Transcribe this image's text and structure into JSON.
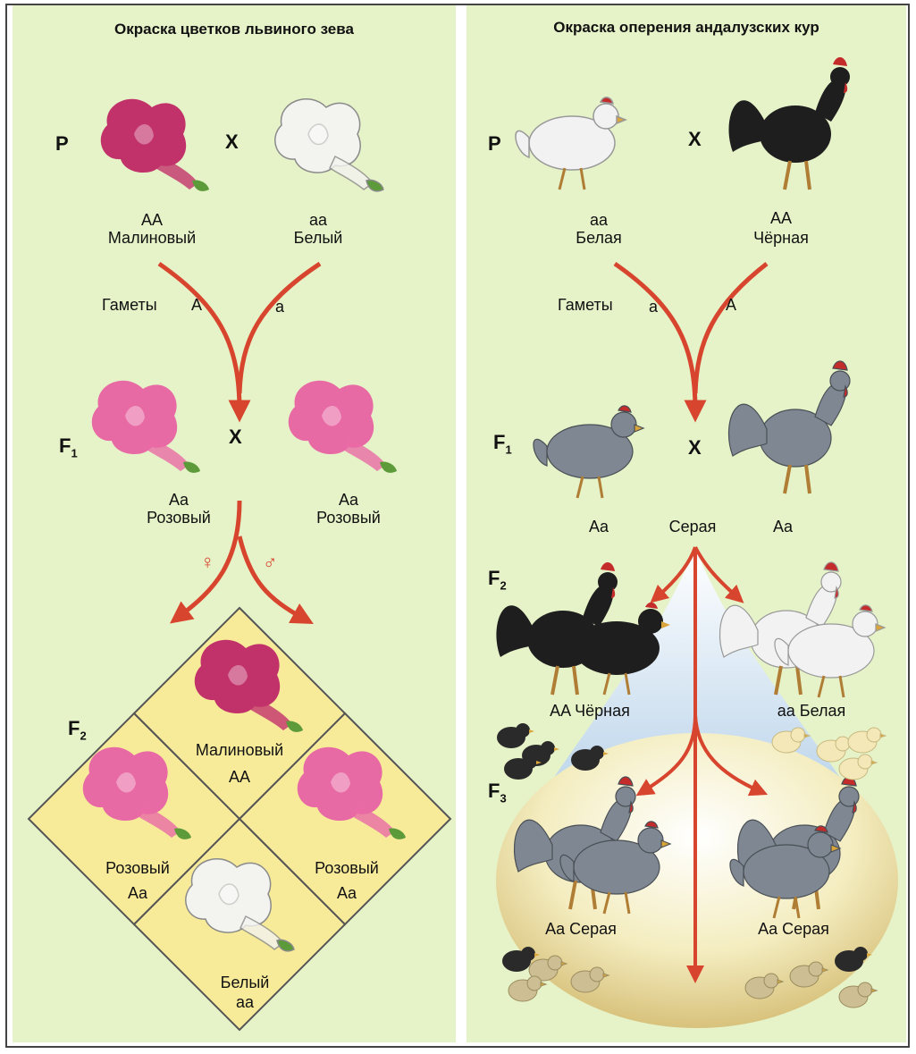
{
  "left": {
    "title": "Окраска цветков львиного зева",
    "P_label": "P",
    "cross": "X",
    "p1_genotype": "AA",
    "p1_phenotype": "Малиновый",
    "p2_genotype": "aa",
    "p2_phenotype": "Белый",
    "gametes_label": "Гаметы",
    "gamete1": "A",
    "gamete2": "a",
    "F1_label": "F",
    "F1_sub": "1",
    "f1a_genotype": "Aa",
    "f1a_phenotype": "Розовый",
    "f1b_genotype": "Aa",
    "f1b_phenotype": "Розовый",
    "female_symbol": "♀",
    "male_symbol": "♂",
    "F2_label": "F",
    "F2_sub": "2",
    "f2_top_phenotype": "Малиновый",
    "f2_top_genotype": "AA",
    "f2_left_phenotype": "Розовый",
    "f2_left_genotype": "Aa",
    "f2_right_phenotype": "Розовый",
    "f2_right_genotype": "Aa",
    "f2_bottom_phenotype": "Белый",
    "f2_bottom_genotype": "aa"
  },
  "right": {
    "title": "Окраска оперения андалузских кур",
    "P_label": "P",
    "cross": "X",
    "p1_genotype": "aa",
    "p1_phenotype": "Белая",
    "p2_genotype": "AA",
    "p2_phenotype": "Чёрная",
    "gametes_label": "Гаметы",
    "gamete1": "a",
    "gamete2": "A",
    "F1_label": "F",
    "F1_sub": "1",
    "f1_left_genotype": "Aa",
    "f1_center_phenotype": "Серая",
    "f1_right_genotype": "Aa",
    "F2_label": "F",
    "F2_sub": "2",
    "f2_black": "AA Чёрная",
    "f2_white": "aa Белая",
    "F3_label": "F",
    "F3_sub": "3",
    "f3_left": "Aa Серая",
    "f3_right": "Aa Серая"
  },
  "colors": {
    "panel_bg": "#e6f2c8",
    "arrow": "#d8452e",
    "crimson_flower": "#c2326a",
    "pink_flower": "#e86aa5",
    "white_flower": "#f3f3f0",
    "punnett_bg": "#f7eb9a",
    "grey_chicken": "#7e8792",
    "black_chicken": "#1e1e1e",
    "white_chicken": "#f2f2f2"
  }
}
